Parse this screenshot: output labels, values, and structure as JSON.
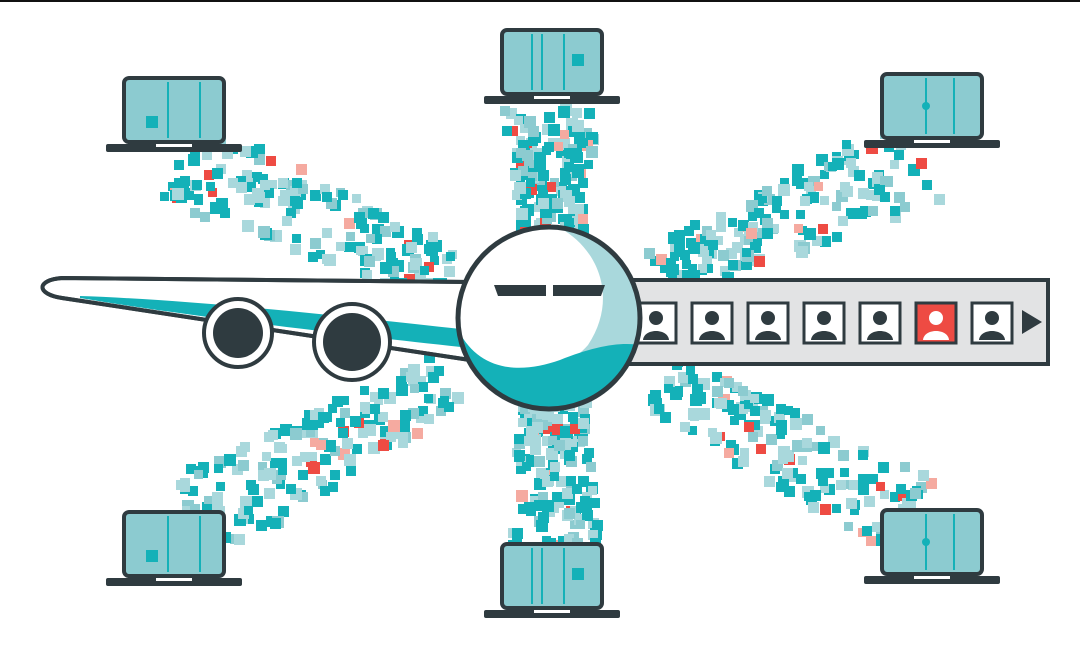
{
  "colors": {
    "teal": "#14b1b8",
    "teal_light": "#a9d8dc",
    "laptop_screen": "#8ccbd0",
    "dark": "#2f3b40",
    "accent_red": "#ee4b43",
    "accent_pink": "#f5aaa0",
    "band_gray": "#e2e3e4",
    "white": "#ffffff"
  },
  "illustration": {
    "subject": "airplane-data-network",
    "laptop_count": 6,
    "passenger_slots": 7,
    "highlighted_passenger_index": 5,
    "icons": {
      "laptop": "laptop-icon",
      "passenger": "passenger-icon",
      "arrow": "arrow-right-icon",
      "engine": "engine-icon",
      "cockpit": "cockpit-window-icon"
    }
  }
}
